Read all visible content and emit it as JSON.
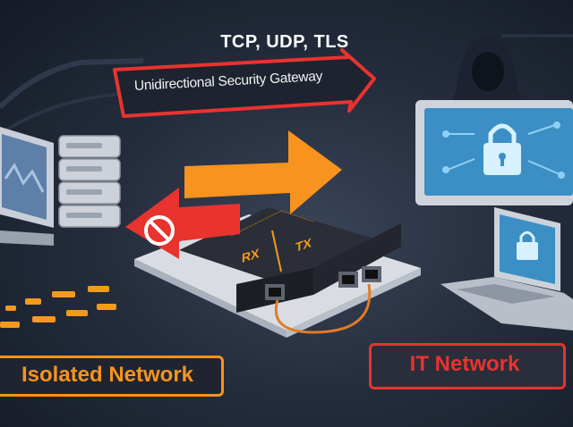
{
  "protocols_label": "TCP, UDP, TLS",
  "gateway_banner": "Unidirectional Security Gateway",
  "device": {
    "rx_label": "RX",
    "tx_label": "TX"
  },
  "isolated_network_label": "Isolated Network",
  "it_network_label": "IT Network",
  "colors": {
    "accent_orange": "#f7931e",
    "alert_red": "#e8332f",
    "screen_blue": "#3b8fc4"
  },
  "icons": [
    "monitor-icon",
    "server-stack-icon",
    "blocked-icon",
    "lock-icon",
    "hacker-icon",
    "laptop-icon",
    "ethernet-port-icon"
  ]
}
